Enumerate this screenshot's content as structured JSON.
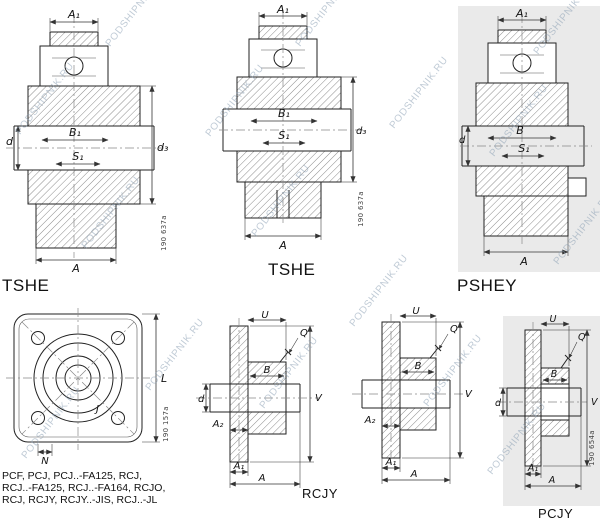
{
  "watermark": {
    "text": "PODSHIPNIK.RU",
    "color": "#9fb4c4"
  },
  "colors": {
    "panel": "#eaeaea",
    "line": "#222222",
    "dim": "#333333"
  },
  "top": {
    "tshe_left": {
      "caption": "TSHE",
      "ref": "190 637a",
      "labels": {
        "a1": "A₁",
        "b1": "B₁",
        "d": "d",
        "d3": "d₃",
        "s1": "S₁",
        "a": "A"
      }
    },
    "tshe_mid": {
      "caption": "TSHE",
      "ref": "190 637a",
      "labels": {
        "a1": "A₁",
        "b1": "B₁",
        "d3": "d₃",
        "s1": "S₁",
        "a": "A"
      }
    },
    "pshey": {
      "caption": "PSHEY",
      "labels": {
        "a1": "A₁",
        "b": "B",
        "d": "d",
        "s1": "S₁",
        "a": "A"
      }
    }
  },
  "bottom": {
    "flange": {
      "ref": "190 157a",
      "labels": {
        "l": "L",
        "j": "J",
        "n": "N"
      }
    },
    "section1": {
      "labels": {
        "u": "U",
        "q": "Q",
        "b": "B",
        "a2": "A₂",
        "d": "d",
        "v": "V",
        "a1": "A₁",
        "a": "A"
      }
    },
    "section2": {
      "labels": {
        "u": "U",
        "q": "Q",
        "b": "B",
        "a2": "A₂",
        "v": "V",
        "a1": "A₁",
        "a": "A"
      }
    },
    "rcjy_caption": "RCJY",
    "pcjy": {
      "caption": "PCJY",
      "ref": "190 654a",
      "labels": {
        "u": "U",
        "q": "Q",
        "b": "B",
        "d": "d",
        "v": "V",
        "a1": "A₁",
        "a": "A"
      }
    }
  },
  "footer": {
    "line1": "PCF,  PCJ,  PCJ..-FA125,  RCJ,",
    "line2": "RCJ..-FA125,  RCJ..-FA164,  RCJO,",
    "line3": "RCJ,  RCJY,  RCJY..-JIS,  RCJ..-JL"
  }
}
